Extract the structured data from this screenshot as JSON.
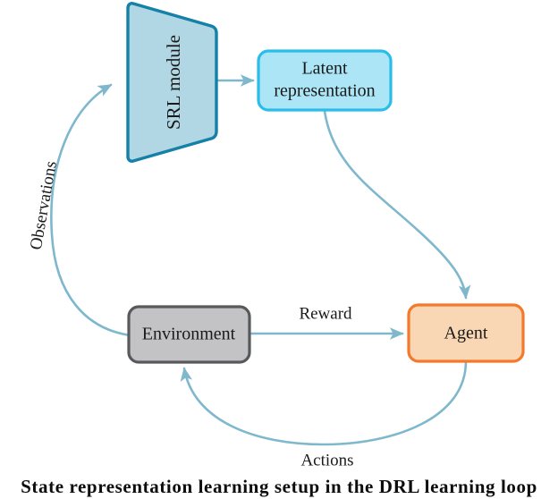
{
  "figure": {
    "type": "block-diagram",
    "title": "State representation learning setup in the DRL learning loop",
    "background": "#ffffff"
  },
  "nodes": {
    "srl_module": {
      "label": "SRL module",
      "shape": "trapezoid",
      "fill": "#b2d7e4",
      "stroke": "#1580a8",
      "text_rotation_deg": -90
    },
    "latent_representation": {
      "label_line1": "Latent",
      "label_line2": "representation",
      "shape": "rounded-rectangle",
      "fill": "#ace5f5",
      "stroke": "#29bdec"
    },
    "environment": {
      "label": "Environment",
      "shape": "rounded-rectangle",
      "fill": "#c3c3c5",
      "stroke": "#58595b"
    },
    "agent": {
      "label": "Agent",
      "shape": "rounded-rectangle",
      "fill": "#fad7b4",
      "stroke": "#f4792b"
    }
  },
  "edges": {
    "observations": {
      "label": "Observations",
      "from": "environment",
      "to": "srl_module",
      "color": "#7fb8cd",
      "style": "curved-arrow",
      "label_rotation_deg": -80
    },
    "encode": {
      "label": "",
      "from": "srl_module",
      "to": "latent_representation",
      "color": "#7fb8cd",
      "style": "straight-arrow"
    },
    "latent_to_agent": {
      "label": "",
      "from": "latent_representation",
      "to": "agent",
      "color": "#7fb8cd",
      "style": "curved-arrow"
    },
    "reward": {
      "label": "Reward",
      "from": "environment",
      "to": "agent",
      "color": "#7fb8cd",
      "style": "straight-arrow"
    },
    "actions": {
      "label": "Actions",
      "from": "agent",
      "to": "environment",
      "color": "#7fb8cd",
      "style": "curved-arrow"
    }
  },
  "caption": {
    "text": "State representation learning setup in the DRL learning loop"
  }
}
